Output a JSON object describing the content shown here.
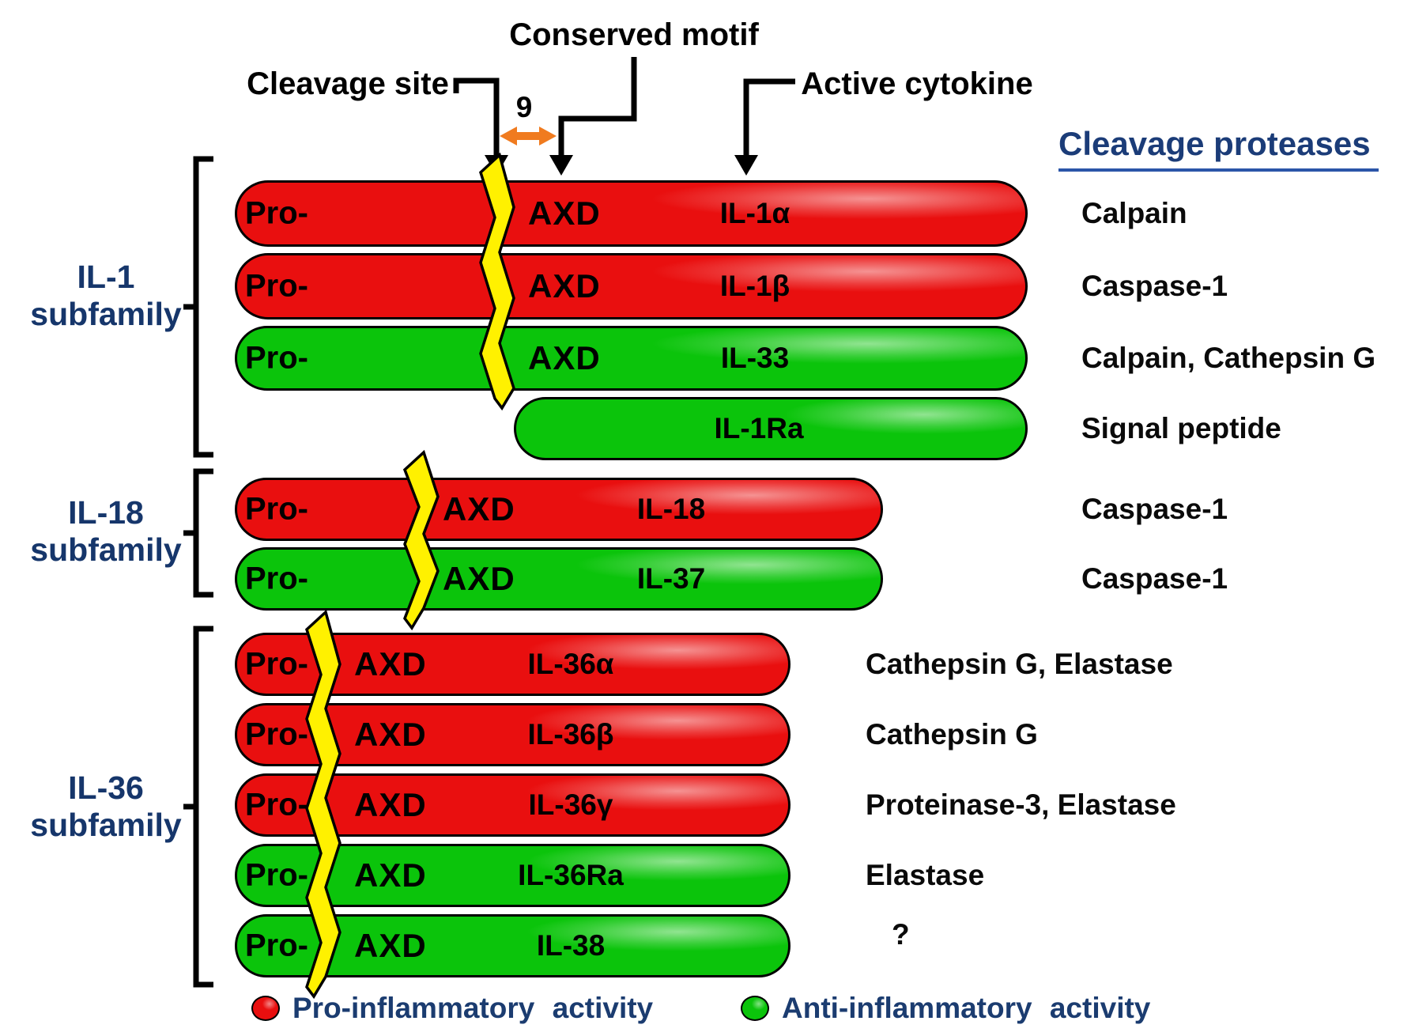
{
  "annotations": {
    "conserved_motif": "Conserved motif",
    "cleavage_site": "Cleavage site",
    "active_cytokine": "Active cytokine",
    "distance_label": "9"
  },
  "proteases_header": "Cleavage proteases",
  "subfamilies": [
    {
      "label_line1": "IL-1",
      "label_line2": "subfamily"
    },
    {
      "label_line1": "IL-18",
      "label_line2": "subfamily"
    },
    {
      "label_line1": "IL-36",
      "label_line2": "subfamily"
    }
  ],
  "rows": [
    {
      "subfamily": "IL-1",
      "color": "red",
      "pro": "Pro-",
      "motif": "AXD",
      "cytokine": "IL-1α",
      "protease": "Calpain"
    },
    {
      "subfamily": "IL-1",
      "color": "red",
      "pro": "Pro-",
      "motif": "AXD",
      "cytokine": "IL-1β",
      "protease": "Caspase-1"
    },
    {
      "subfamily": "IL-1",
      "color": "green",
      "pro": "Pro-",
      "motif": "AXD",
      "cytokine": "IL-33",
      "protease": "Calpain, Cathepsin G"
    },
    {
      "subfamily": "IL-1",
      "color": "green",
      "pro": null,
      "motif": null,
      "cytokine": "IL-1Ra",
      "protease": "Signal peptide"
    },
    {
      "subfamily": "IL-18",
      "color": "red",
      "pro": "Pro-",
      "motif": "AXD",
      "cytokine": "IL-18",
      "protease": "Caspase-1"
    },
    {
      "subfamily": "IL-18",
      "color": "green",
      "pro": "Pro-",
      "motif": "AXD",
      "cytokine": "IL-37",
      "protease": "Caspase-1"
    },
    {
      "subfamily": "IL-36",
      "color": "red",
      "pro": "Pro-",
      "motif": "AXD",
      "cytokine": "IL-36α",
      "protease": "Cathepsin G, Elastase"
    },
    {
      "subfamily": "IL-36",
      "color": "red",
      "pro": "Pro-",
      "motif": "AXD",
      "cytokine": "IL-36β",
      "protease": "Cathepsin G"
    },
    {
      "subfamily": "IL-36",
      "color": "red",
      "pro": "Pro-",
      "motif": "AXD",
      "cytokine": "IL-36γ",
      "protease": "Proteinase-3, Elastase"
    },
    {
      "subfamily": "IL-36",
      "color": "green",
      "pro": "Pro-",
      "motif": "AXD",
      "cytokine": "IL-36Ra",
      "protease": "Elastase"
    },
    {
      "subfamily": "IL-36",
      "color": "green",
      "pro": "Pro-",
      "motif": "AXD",
      "cytokine": "IL-38",
      "protease": "?"
    }
  ],
  "legend": [
    {
      "label": "Pro-inflammatory activity",
      "hex": "#E90F0F"
    },
    {
      "label": "Anti-inflammatory activity",
      "hex": "#0BC40B"
    }
  ],
  "colors": {
    "pro_inflammatory_red": "#E90F0F",
    "anti_inflammatory_green": "#0BC40B",
    "subfamily_text_navy": "#16366B",
    "proteases_header_blue": "#1B3C78",
    "distance_arrow_orange": "#F07B1F",
    "cleavage_bolt_yellow": "#FFF100"
  }
}
